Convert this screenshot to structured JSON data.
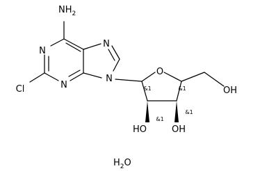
{
  "molecule": {
    "atoms": {
      "amine": "NH",
      "amine_h_count": "2",
      "n1": "N",
      "n3": "N",
      "n7": "N",
      "n9": "N",
      "chlorine": "Cl",
      "ring_oxygen": "O",
      "hydroxyl_2": "HO",
      "hydroxyl_3": "OH",
      "hydroxyl_5": "OH"
    },
    "stereo_labels": [
      "&1",
      "&1",
      "&1",
      "&1"
    ],
    "hydrate": {
      "h": "H",
      "h_count": "2",
      "o": "O"
    }
  }
}
